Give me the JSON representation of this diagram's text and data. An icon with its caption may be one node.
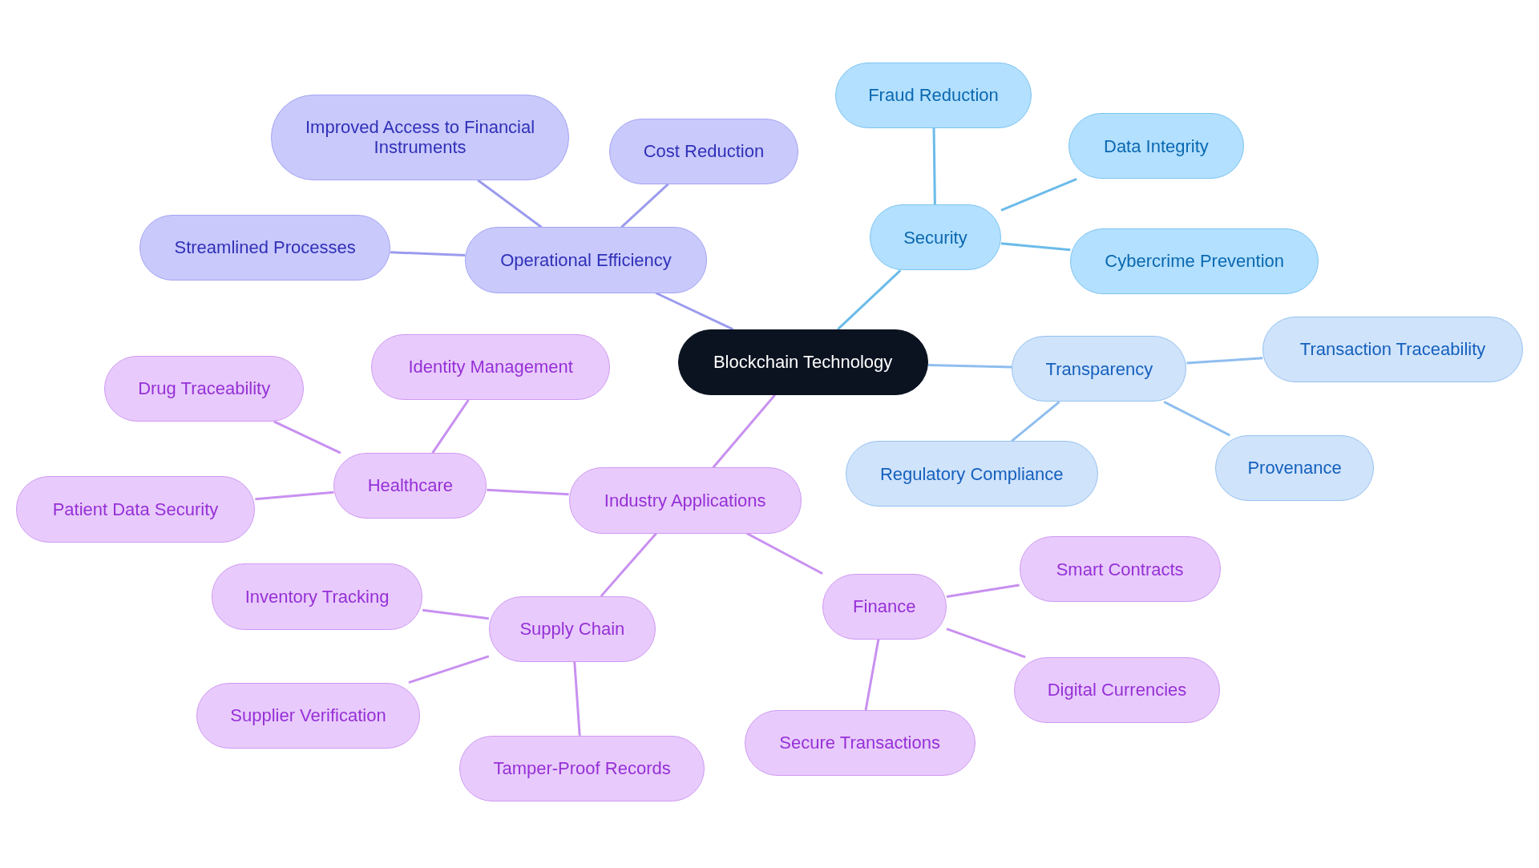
{
  "diagram": {
    "nodes": [
      {
        "text": [
          "Blockchain Technology"
        ]
      },
      {
        "text": [
          "Operational Efficiency"
        ]
      },
      {
        "text": [
          "Improved Access to Financial Instruments"
        ]
      },
      {
        "text": [
          "Cost Reduction"
        ]
      },
      {
        "text": [
          "Streamlined Processes"
        ]
      },
      {
        "text": [
          "Security"
        ]
      },
      {
        "text": [
          "Fraud Reduction"
        ]
      },
      {
        "text": [
          "Data Integrity"
        ]
      },
      {
        "text": [
          "Cybercrime Prevention"
        ]
      },
      {
        "text": [
          "Transparency"
        ]
      },
      {
        "text": [
          "Transaction Traceability"
        ]
      },
      {
        "text": [
          "Provenance"
        ]
      },
      {
        "text": [
          "Regulatory Compliance"
        ]
      },
      {
        "text": [
          "Industry Applications"
        ]
      },
      {
        "text": [
          "Healthcare"
        ]
      },
      {
        "text": [
          "Identity Management"
        ]
      },
      {
        "text": [
          "Drug Traceability"
        ]
      },
      {
        "text": [
          "Patient Data Security"
        ]
      },
      {
        "text": [
          "Supply Chain"
        ]
      },
      {
        "text": [
          "Inventory Tracking"
        ]
      },
      {
        "text": [
          "Supplier Verification"
        ]
      },
      {
        "text": [
          "Tamper-Proof Records"
        ]
      },
      {
        "text": [
          "Finance"
        ]
      },
      {
        "text": [
          "Smart Contracts"
        ]
      },
      {
        "text": [
          "Digital Currencies"
        ]
      },
      {
        "text": [
          "Secure Transactions"
        ]
      }
    ],
    "edges": [
      {
        "from": 0,
        "to": 1,
        "arrow": "none",
        "color": "#9b9bee"
      },
      {
        "from": 1,
        "to": 2,
        "arrow": "none",
        "color": "#9b9bee"
      },
      {
        "from": 1,
        "to": 3,
        "arrow": "none",
        "color": "#9b9bee"
      },
      {
        "from": 1,
        "to": 4,
        "arrow": "none",
        "color": "#9b9bee"
      },
      {
        "from": 0,
        "to": 5,
        "arrow": "none",
        "color": "#6bbbe9"
      },
      {
        "from": 5,
        "to": 6,
        "arrow": "none",
        "color": "#6bbbe9"
      },
      {
        "from": 5,
        "to": 7,
        "arrow": "none",
        "color": "#6bbbe9"
      },
      {
        "from": 5,
        "to": 8,
        "arrow": "none",
        "color": "#6bbbe9"
      },
      {
        "from": 0,
        "to": 9,
        "arrow": "none",
        "color": "#8fbef0"
      },
      {
        "from": 9,
        "to": 10,
        "arrow": "none",
        "color": "#8fbef0"
      },
      {
        "from": 9,
        "to": 11,
        "arrow": "none",
        "color": "#8fbef0"
      },
      {
        "from": 9,
        "to": 12,
        "arrow": "none",
        "color": "#8fbef0"
      },
      {
        "from": 0,
        "to": 13,
        "arrow": "none"
      },
      {
        "from": 13,
        "to": 14,
        "arrow": "none"
      },
      {
        "from": 14,
        "to": 15,
        "arrow": "none"
      },
      {
        "from": 14,
        "to": 16,
        "arrow": "none"
      },
      {
        "from": 14,
        "to": 17,
        "arrow": "none"
      },
      {
        "from": 13,
        "to": 18,
        "arrow": "none"
      },
      {
        "from": 18,
        "to": 19,
        "arrow": "none"
      },
      {
        "from": 18,
        "to": 20,
        "arrow": "none"
      },
      {
        "from": 18,
        "to": 21,
        "arrow": "none"
      },
      {
        "from": 13,
        "to": 22,
        "arrow": "none"
      },
      {
        "from": 22,
        "to": 23,
        "arrow": "none"
      },
      {
        "from": 22,
        "to": 24,
        "arrow": "none"
      },
      {
        "from": 22,
        "to": 25,
        "arrow": "none"
      }
    ]
  }
}
